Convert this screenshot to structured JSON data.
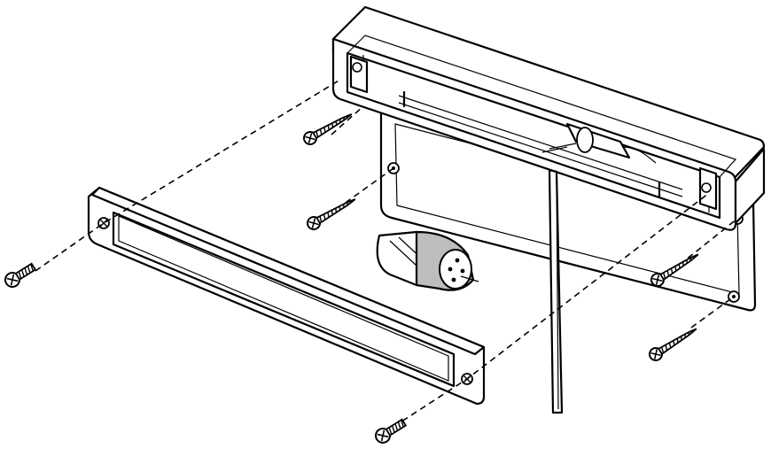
{
  "diagram": {
    "type": "exploded-assembly-line-drawing",
    "parts": [
      "enclosure-housing",
      "front-bezel-frame",
      "wood-screw",
      "panhead-screw",
      "connector-plug",
      "cable-tie"
    ],
    "colors": {
      "stroke": "#000000",
      "fill": "#ffffff",
      "shade": "#bdbdbd"
    }
  }
}
